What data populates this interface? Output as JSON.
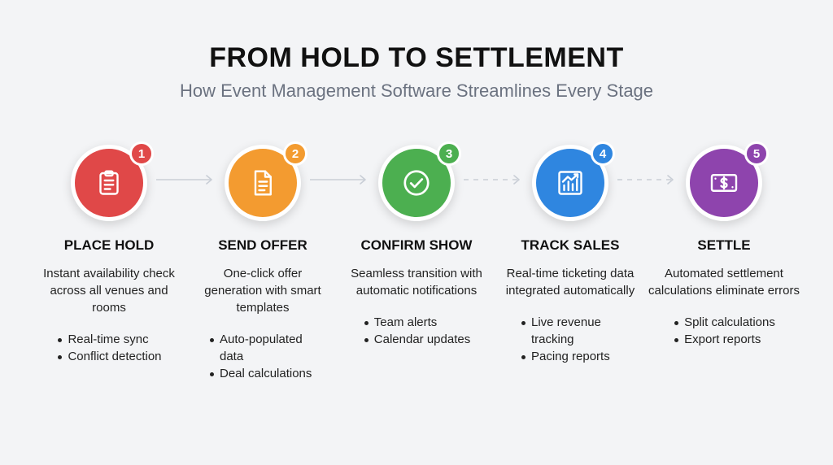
{
  "header": {
    "title": "FROM HOLD TO SETTLEMENT",
    "subtitle": "How Event Management Software Streamlines Every Stage"
  },
  "stages": [
    {
      "number": "1",
      "title": "PLACE HOLD",
      "description": "Instant availability check across all venues and rooms",
      "bullets": [
        "Real-time sync",
        "Conflict detection"
      ],
      "color": "#e04848",
      "icon": "clipboard-icon"
    },
    {
      "number": "2",
      "title": "SEND OFFER",
      "description": "One-click offer generation with smart templates",
      "bullets": [
        "Auto-populated data",
        "Deal calculations"
      ],
      "color": "#f39b30",
      "icon": "document-icon"
    },
    {
      "number": "3",
      "title": "CONFIRM SHOW",
      "description": "Seamless transition with automatic notifications",
      "bullets": [
        "Team alerts",
        "Calendar updates"
      ],
      "color": "#4caf50",
      "icon": "check-circle-icon"
    },
    {
      "number": "4",
      "title": "TRACK SALES",
      "description": "Real-time ticketing data integrated automatically",
      "bullets": [
        "Live revenue tracking",
        "Pacing reports"
      ],
      "color": "#2f86e0",
      "icon": "chart-icon"
    },
    {
      "number": "5",
      "title": "SETTLE",
      "description": "Automated settlement calculations eliminate errors",
      "bullets": [
        "Split calculations",
        "Export reports"
      ],
      "color": "#8e44ad",
      "icon": "dollar-bill-icon"
    }
  ],
  "connectors": [
    {
      "style": "solid",
      "color": "#c9ced6"
    },
    {
      "style": "solid",
      "color": "#c9ced6"
    },
    {
      "style": "dashed",
      "color": "#c9ced6"
    },
    {
      "style": "dashed",
      "color": "#c9ced6"
    }
  ]
}
